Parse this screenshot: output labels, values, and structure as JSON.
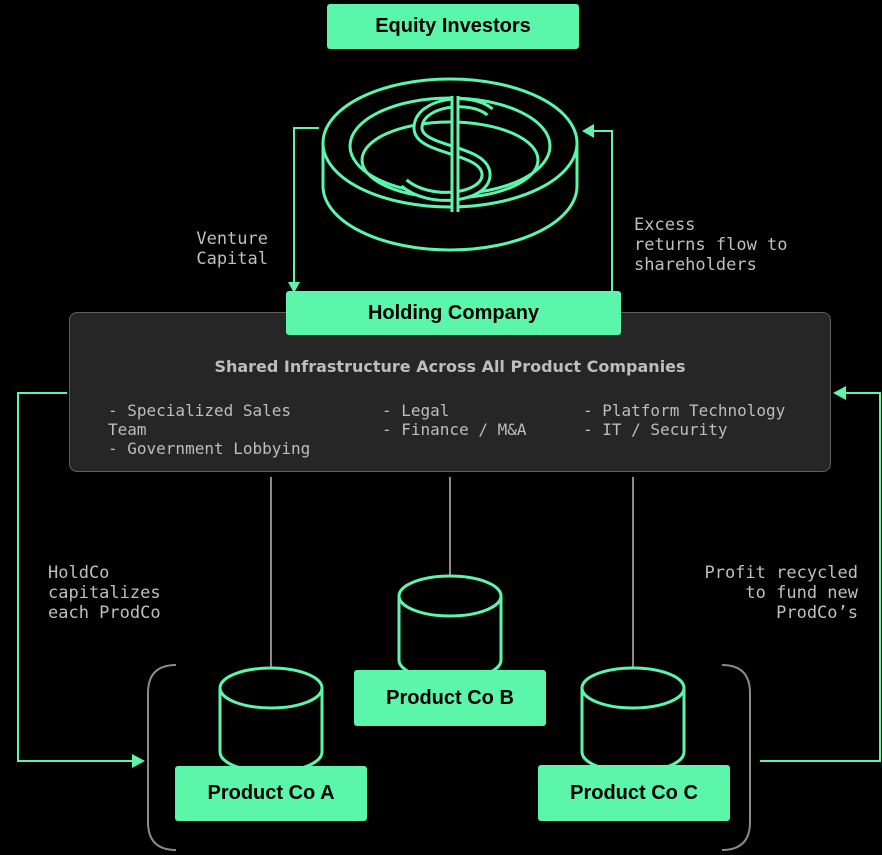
{
  "top_box": "Equity Investors",
  "holding_box": "Holding Company",
  "left_note": [
    "Venture",
    "Capital"
  ],
  "right_note": [
    "Excess",
    "returns flow to",
    "shareholders"
  ],
  "infra": {
    "title": "Shared Infrastructure Across All Product Companies",
    "col1": [
      "- Specialized Sales",
      "Team",
      "- Government Lobbying"
    ],
    "col2": [
      "- Legal",
      "- Finance / M&A"
    ],
    "col3": [
      "- Platform Technology",
      "- IT / Security"
    ]
  },
  "holdco_note": [
    "HoldCo",
    "capitalizes",
    "each ProdCo"
  ],
  "profit_note": [
    "Profit recycled",
    "to fund new",
    "ProdCo’s"
  ],
  "products": {
    "a": "Product Co A",
    "b": "Product Co B",
    "c": "Product Co C"
  },
  "colors": {
    "accent": "#5cf6ab",
    "panel": "#262626",
    "background": "#000000"
  },
  "icons": [
    "dollar-coin-icon",
    "database-cylinder-icon"
  ]
}
